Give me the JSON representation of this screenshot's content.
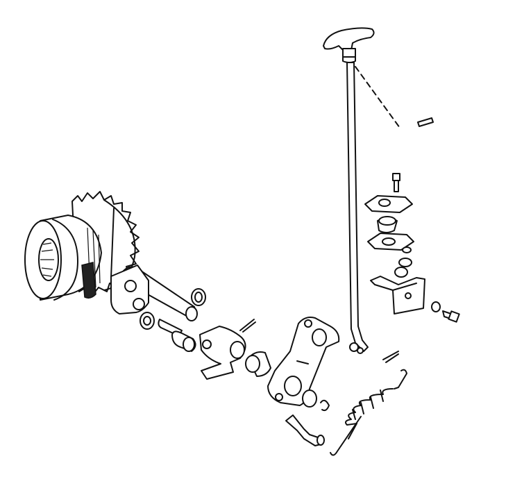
{
  "diagram": {
    "background": "#ffffff",
    "line_color": "#111111",
    "parts": [
      "t-handle",
      "control-rod",
      "roll-pin",
      "clutch-gear-assembly",
      "o-ring",
      "pivot-bolt",
      "shift-fork",
      "cotter-pin",
      "bushing",
      "shift-lever",
      "retaining-ring",
      "stud",
      "mounting-flange",
      "rubber-grommet",
      "gasket",
      "cap-screw",
      "nut",
      "mounting-bracket",
      "extension-spring",
      "spring-hook-rod",
      "small-cotter-pin",
      "hex-bolt"
    ]
  }
}
